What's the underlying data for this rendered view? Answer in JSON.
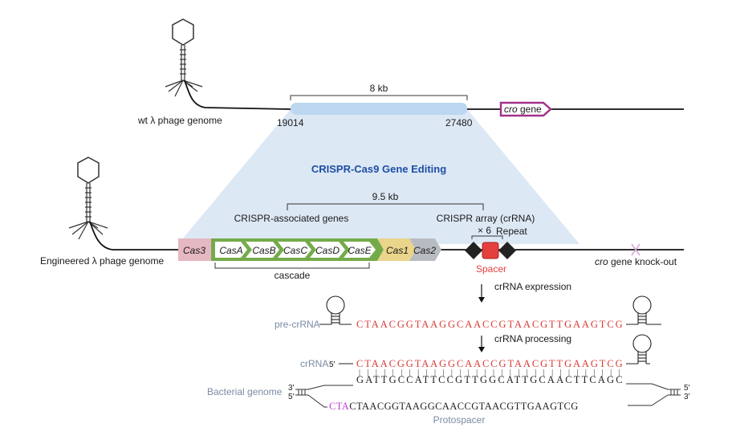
{
  "top": {
    "label": "wt λ phage genome",
    "region_size": "8 kb",
    "start": "19014",
    "end": "27480",
    "cro_gene": "cro",
    "cro_suffix": " gene"
  },
  "title": "CRISPR-Cas9 Gene Editing",
  "engineered": {
    "label": "Engineered λ phage genome",
    "region_size": "9.5 kb",
    "assoc_genes": "CRISPR-associated genes",
    "array_label": "CRISPR array (crRNA)",
    "genes": [
      "Cas3",
      "CasA",
      "CasB",
      "CasC",
      "CasD",
      "CasE",
      "Cas1",
      "Cas2"
    ],
    "cascade": "cascade",
    "times": "× 6",
    "repeat": "Repeat",
    "spacer": "Spacer",
    "knockout_cro": "cro",
    "knockout_suffix": " gene knock-out"
  },
  "steps": {
    "expression": "crRNA expression",
    "processing": "crRNA processing"
  },
  "sequences": {
    "pre_crrna_label": "pre-crRNA",
    "pre_crrna": "CTAACGGTAAGGCAACCGTAACGTTGAAGTCG",
    "crrna_label": "crRNA",
    "five_prime": "5'",
    "crrna": "CTAACGGTAAGGCAACCGTAACGTTGAAGTCG",
    "pairing": "||||||||||||||||||||||||||||||||",
    "bact_top": "GATTGCCATTCCGTTGGCATTGCAACTTCAGC",
    "bact_label": "Bacterial genome",
    "three_prime": "3'",
    "pam": "CTA",
    "bact_bottom": "CTAACGGTAAGGCAACCGTAACGTTGAAGTCG",
    "protospacer": "Protospacer"
  },
  "colors": {
    "region_blue": "#bcd7ef",
    "trapezoid": "#dde8f5",
    "title_blue": "#1e4fa3",
    "cro_box": "#a2338a",
    "cas3": "#e6b8c2",
    "cascade_green": "#74ab4a",
    "cas1": "#ead58a",
    "cas2": "#b8bcc2",
    "spacer_red": "#e5403e",
    "seq_red": "#d83a35",
    "pam_magenta": "#c13bd6"
  }
}
